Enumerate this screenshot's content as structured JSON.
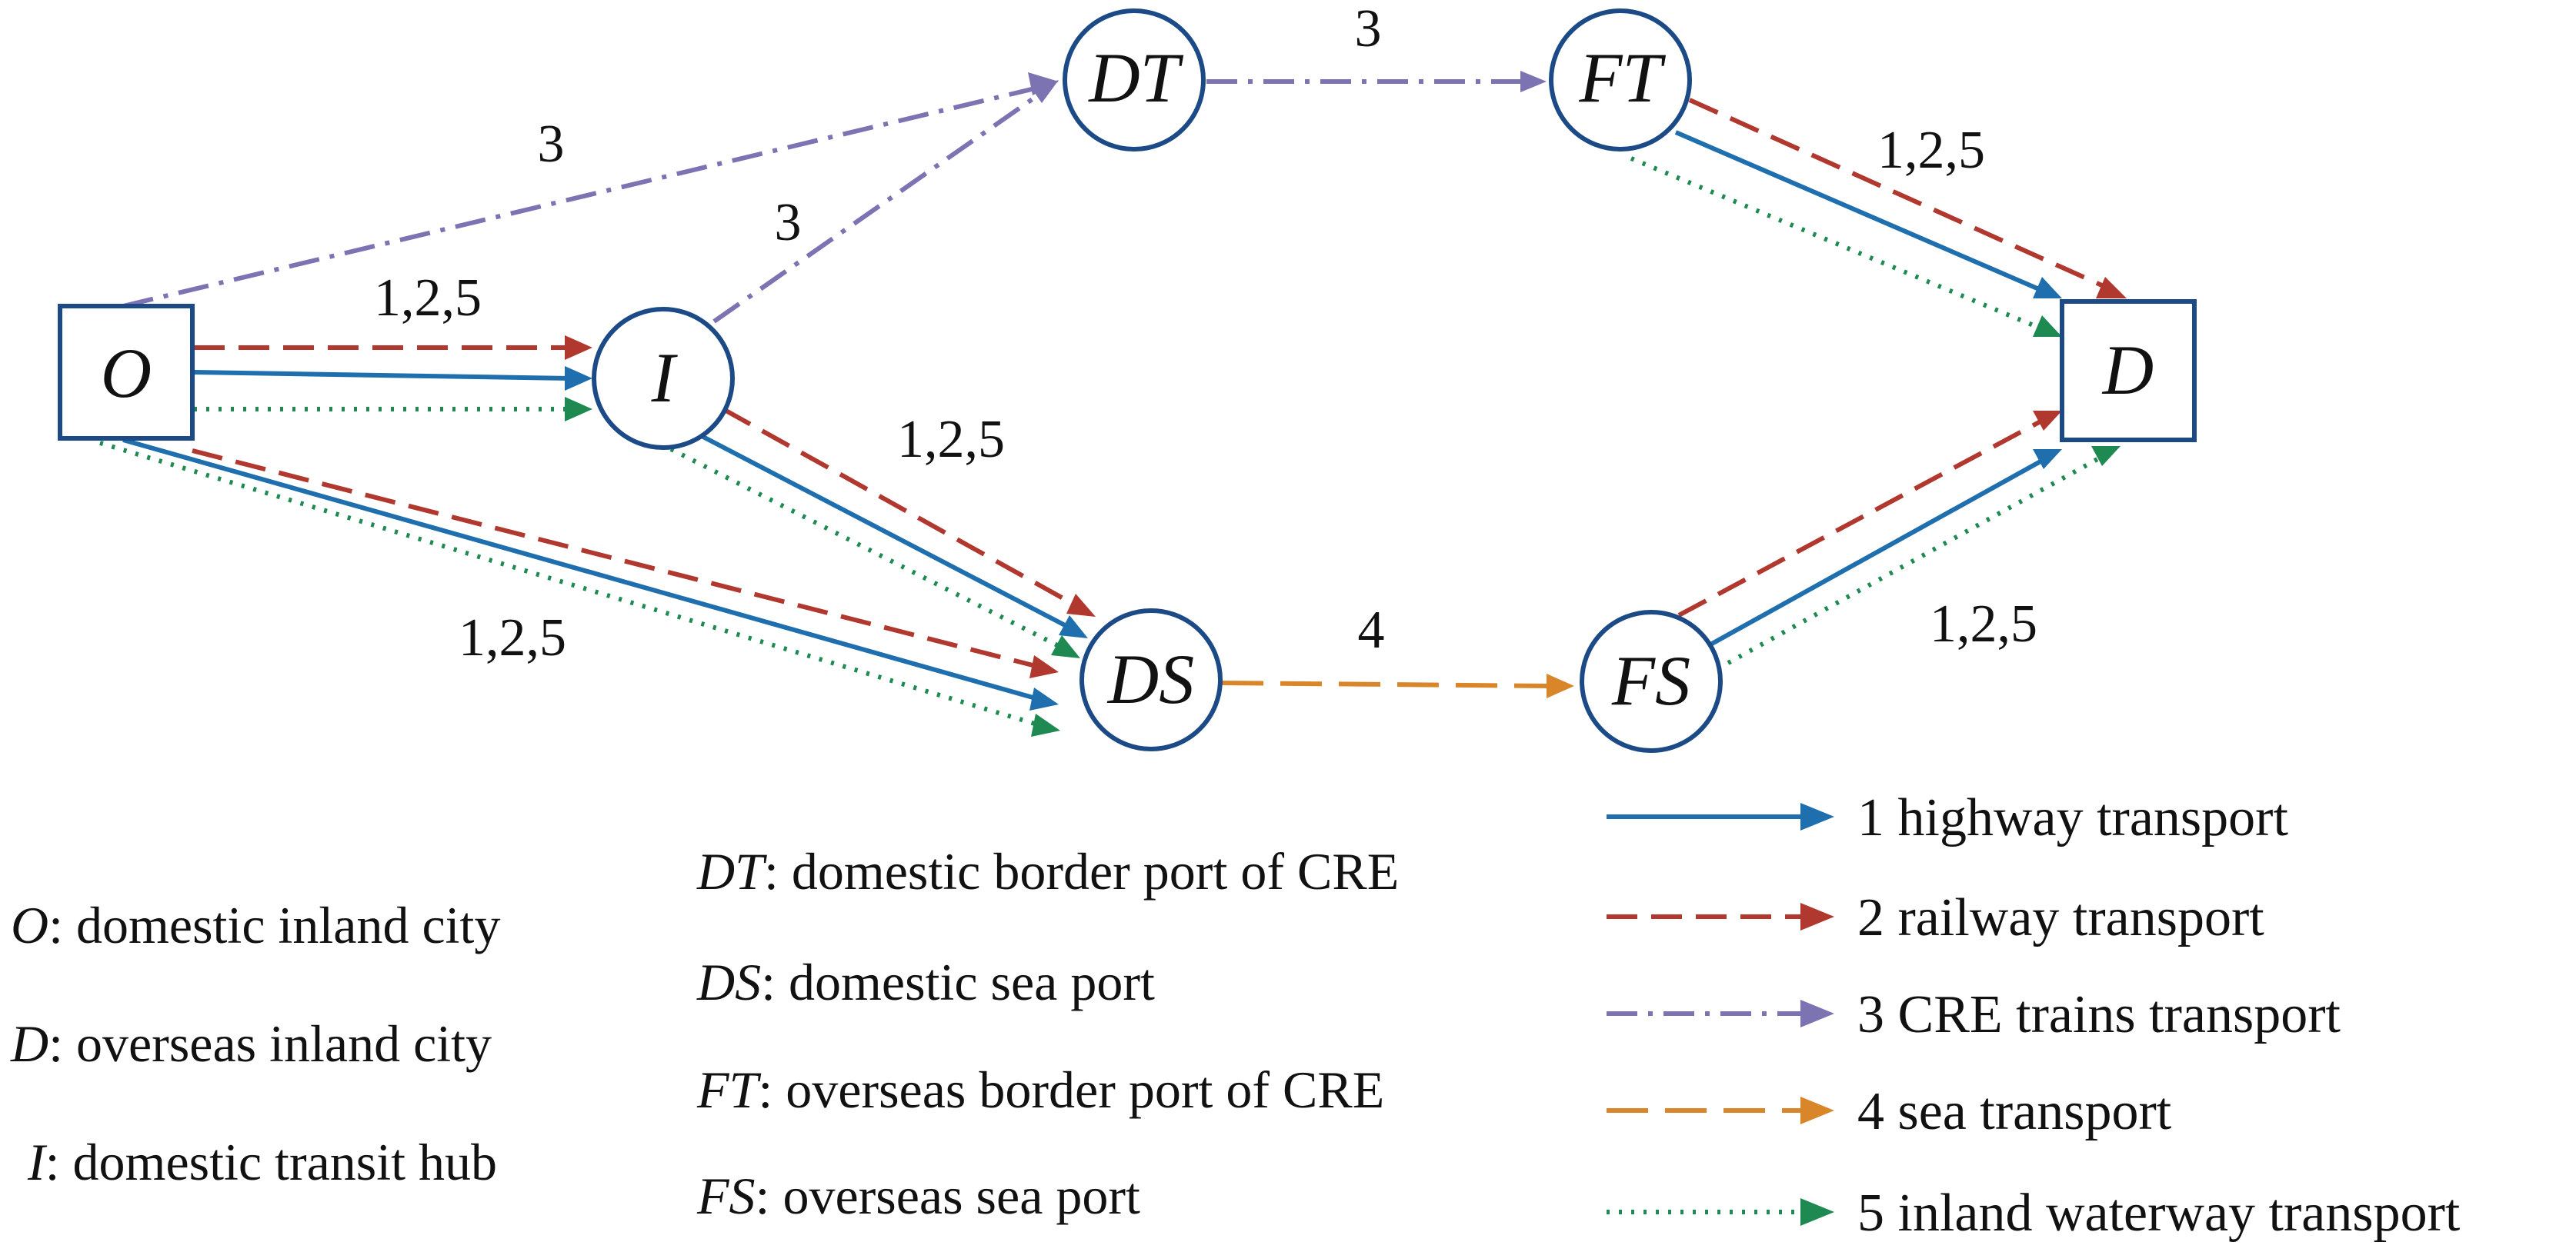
{
  "colors": {
    "node_stroke": "#1b4a86",
    "highway": "#1f6fae",
    "railway": "#b0382e",
    "cre": "#7b73b2",
    "sea": "#d9862b",
    "waterway": "#1e8a52",
    "text": "#111111"
  },
  "nodes": {
    "O": "O",
    "I": "I",
    "DT": "DT",
    "FT": "FT",
    "DS": "DS",
    "FS": "FS",
    "D": "D"
  },
  "edge_labels": {
    "o_dt": "3",
    "i_dt": "3",
    "dt_ft": "3",
    "o_i": "1,2,5",
    "i_ds": "1,2,5",
    "o_ds": "1,2,5",
    "ds_fs": "4",
    "ft_d": "1,2,5",
    "fs_d": "1,2,5"
  },
  "definitions": [
    {
      "abbr": "O",
      "text": ": domestic inland city"
    },
    {
      "abbr": "D",
      "text": ": overseas inland city"
    },
    {
      "abbr": "I",
      "text": ": domestic transit hub"
    },
    {
      "abbr": "DT",
      "text": ": domestic border port of CRE"
    },
    {
      "abbr": "DS",
      "text": ": domestic sea port"
    },
    {
      "abbr": "FT",
      "text": ": overseas border port of CRE"
    },
    {
      "abbr": "FS",
      "text": ": overseas sea port"
    }
  ],
  "legend": [
    {
      "text": "1 highway transport"
    },
    {
      "text": "2 railway transport"
    },
    {
      "text": "3 CRE trains transport"
    },
    {
      "text": "4 sea transport"
    },
    {
      "text": "5 inland waterway transport"
    }
  ]
}
